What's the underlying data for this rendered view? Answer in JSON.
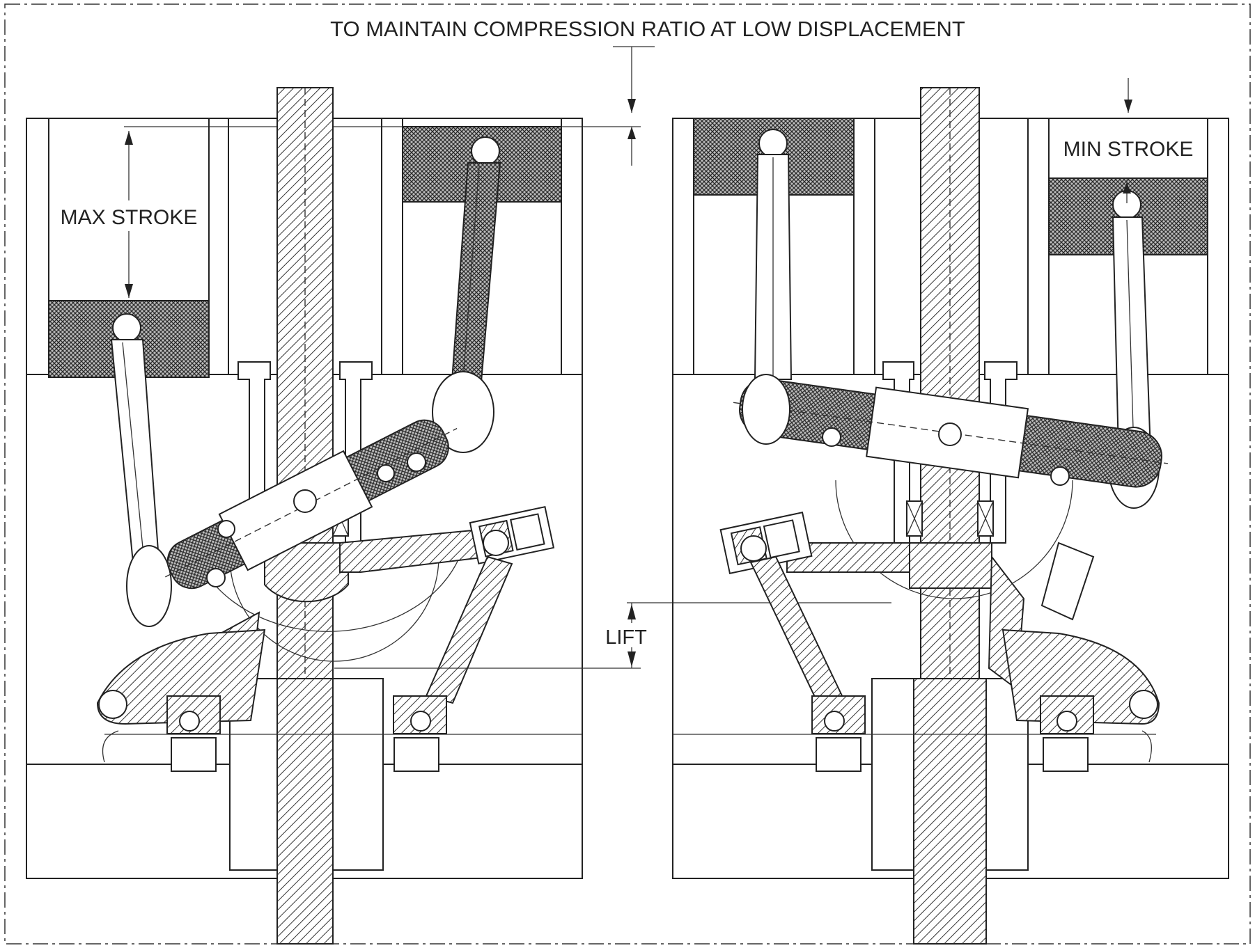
{
  "title": "TO MAINTAIN COMPRESSION RATIO AT LOW DISPLACEMENT",
  "labels": {
    "max_stroke": "MAX STROKE",
    "min_stroke": "MIN STROKE",
    "lift": "LIFT"
  },
  "panels": [
    {
      "name": "left-engine-section",
      "state": "MAX STROKE"
    },
    {
      "name": "right-engine-section",
      "state": "MIN STROKE"
    }
  ],
  "colors": {
    "line": "#222222",
    "background": "#ffffff"
  }
}
